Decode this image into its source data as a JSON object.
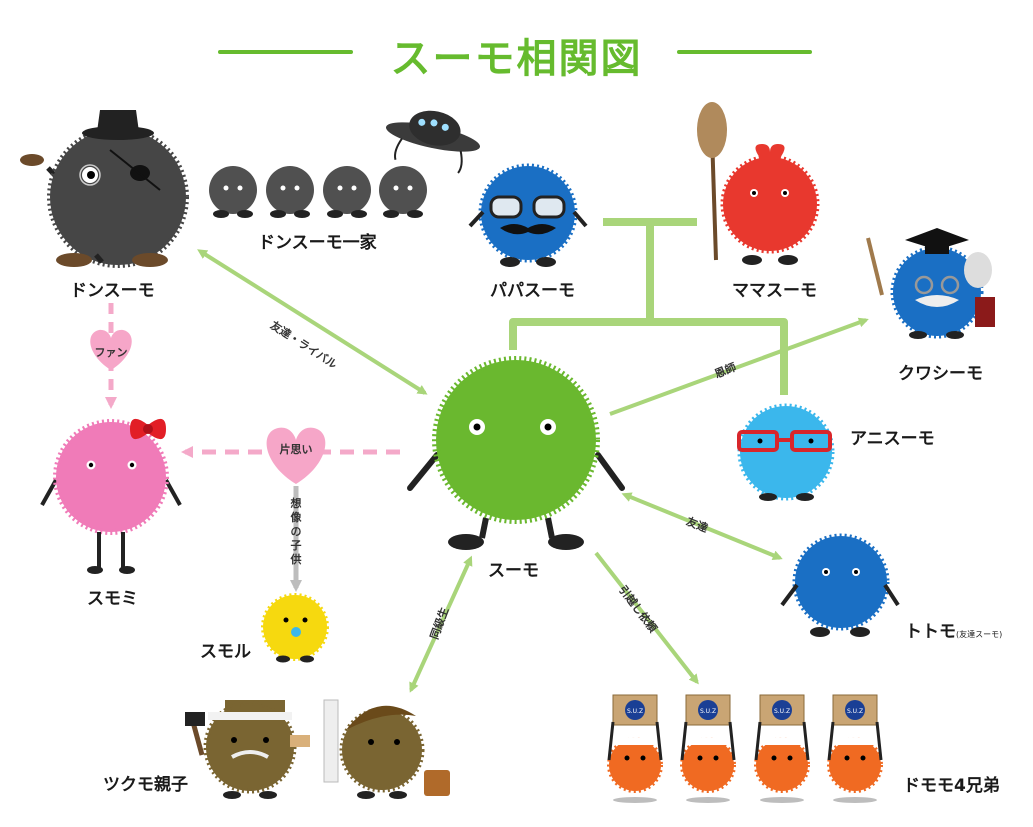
{
  "title": "スーモ相関図",
  "characters": {
    "suumo": "スーモ",
    "donsuumo": "ドンスーモ",
    "donsuumo_family": "ドンスーモ一家",
    "papa": "パパスーモ",
    "mama": "ママスーモ",
    "kuwashi": "クワシーモ",
    "ani": "アニスーモ",
    "totomo": "トトモ",
    "totomo_note": "(友達スーモ)",
    "sumomi": "スモミ",
    "sumoru": "スモル",
    "tsukumo": "ツクモ親子",
    "domomo": "ドモモ4兄弟"
  },
  "relations": {
    "rival": "友達・ライバル",
    "fan": "ファン",
    "kataomoi": "片思い",
    "souzou": "想像の子供",
    "onshi": "恩師",
    "tomodachi": "友達",
    "doukyuusei": "同級生",
    "hikkoshi": "引越し依頼"
  },
  "colors": {
    "green": "#6ab82f",
    "line_green": "#a9d57a",
    "pink": "#f08dbb",
    "pink_dash": "#f4a9c9",
    "gray_arrow": "#bdbdbd"
  },
  "box_mark": "S.U.Z"
}
